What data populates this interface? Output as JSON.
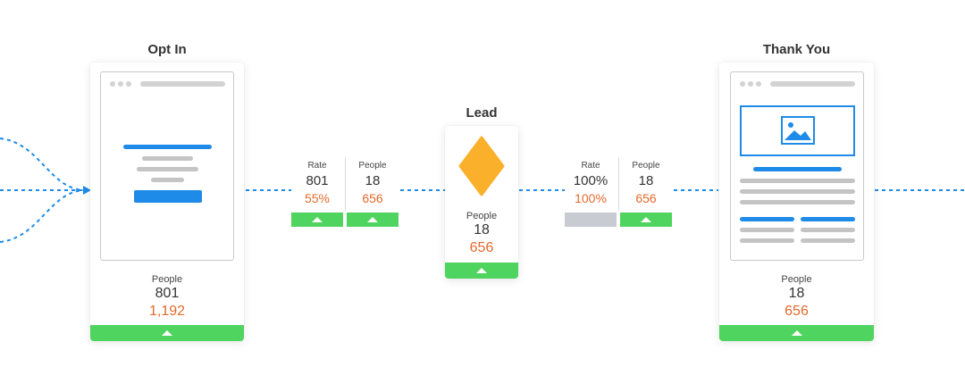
{
  "colors": {
    "accent_blue": "#1e8be8",
    "bar_green": "#4fd45f",
    "bar_disabled": "#c8ccd2",
    "orange": "#e36a2c",
    "diamond": "#fbb02b"
  },
  "steps": {
    "opt_in": {
      "title": "Opt In",
      "people_label": "People",
      "count": "801",
      "total": "1,192"
    },
    "lead": {
      "title": "Lead",
      "people_label": "People",
      "count": "18",
      "total": "656"
    },
    "thank_you": {
      "title": "Thank You",
      "people_label": "People",
      "count": "18",
      "total": "656"
    }
  },
  "transitions": [
    {
      "rate_label": "Rate",
      "rate_count": "801",
      "rate_pct": "55%",
      "people_label": "People",
      "people_count": "18",
      "people_total": "656"
    },
    {
      "rate_label": "Rate",
      "rate_count": "100%",
      "rate_pct": "100%",
      "people_label": "People",
      "people_count": "18",
      "people_total": "656"
    }
  ],
  "icons": {
    "expand": "triangle-up-icon",
    "image": "image-placeholder-icon",
    "lead_node": "diamond-icon"
  }
}
